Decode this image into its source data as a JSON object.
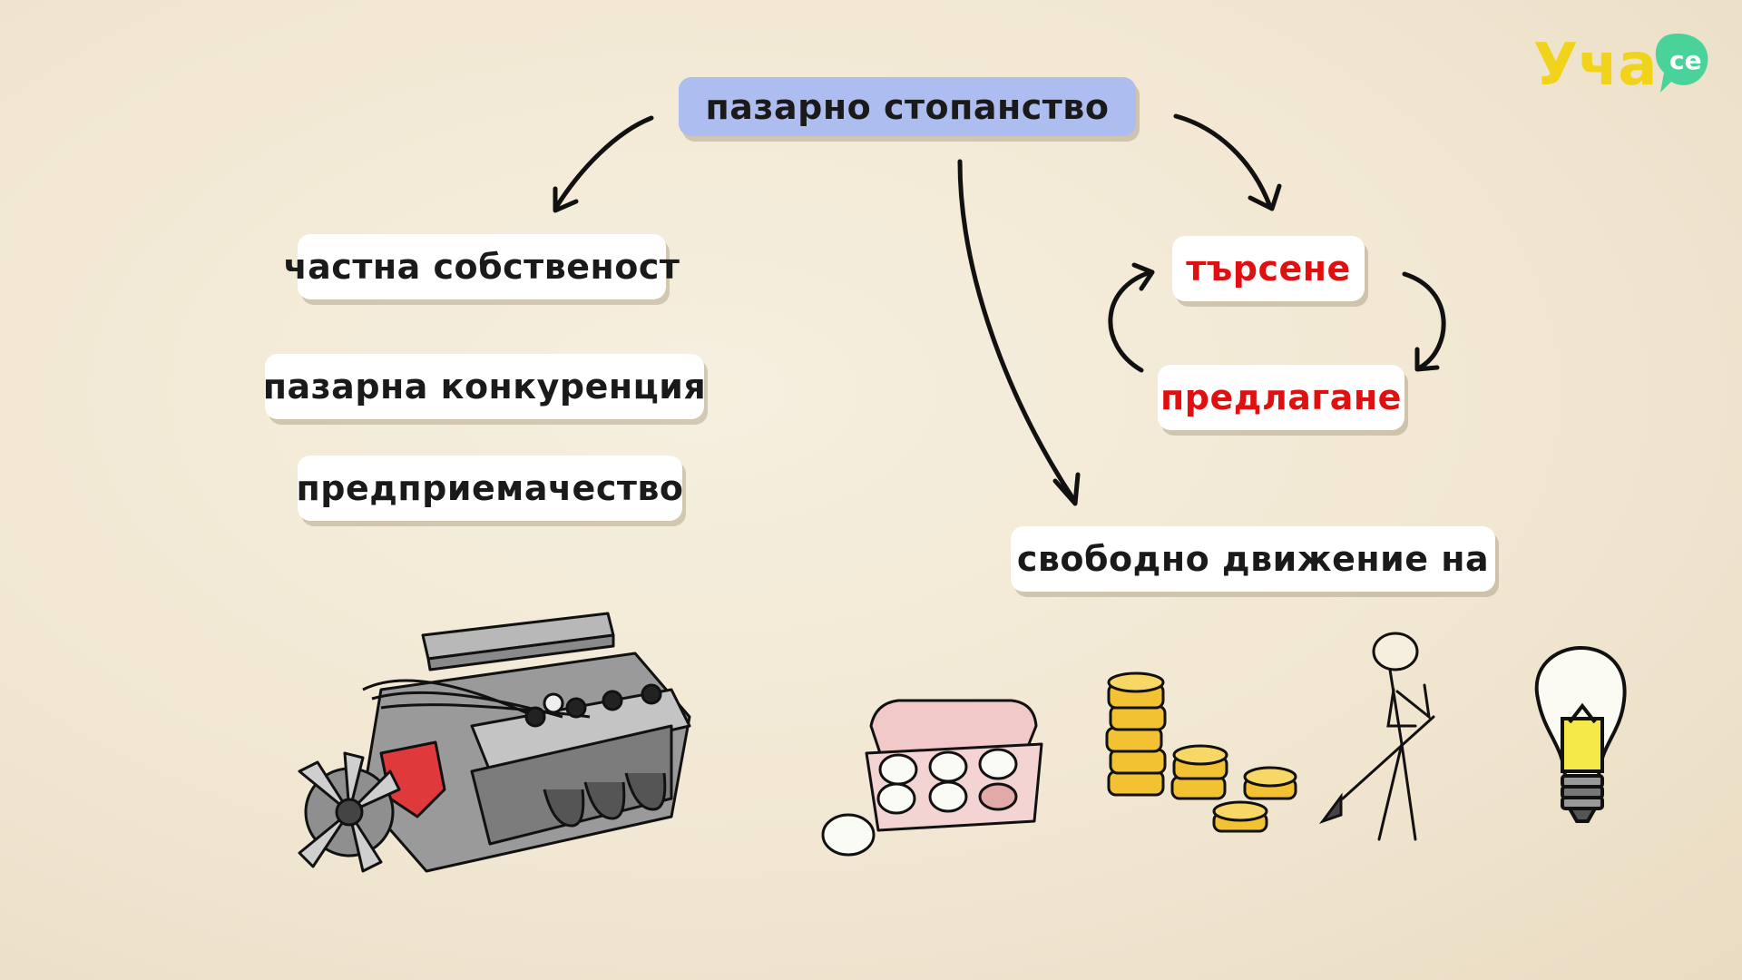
{
  "logo": {
    "text": "Уча",
    "badge": "се",
    "color": "#f2d31b",
    "badge_color": "#49d29a"
  },
  "diagram": {
    "root": "пазарно стопанство",
    "left_items": [
      "частна собственост",
      "пазарна конкуренция",
      "предприемачество"
    ],
    "cycle": {
      "top": "търсене",
      "bottom": "предлагане"
    },
    "bottom": "свободно движение на"
  },
  "illustrations": [
    "engine-icon",
    "egg-carton-icon",
    "coins-icon",
    "worker-with-shovel-icon",
    "lightbulb-icon"
  ],
  "colors": {
    "root_bg": "#aebdf0",
    "cycle_text": "#e01010",
    "background": "#f1e7d2"
  }
}
